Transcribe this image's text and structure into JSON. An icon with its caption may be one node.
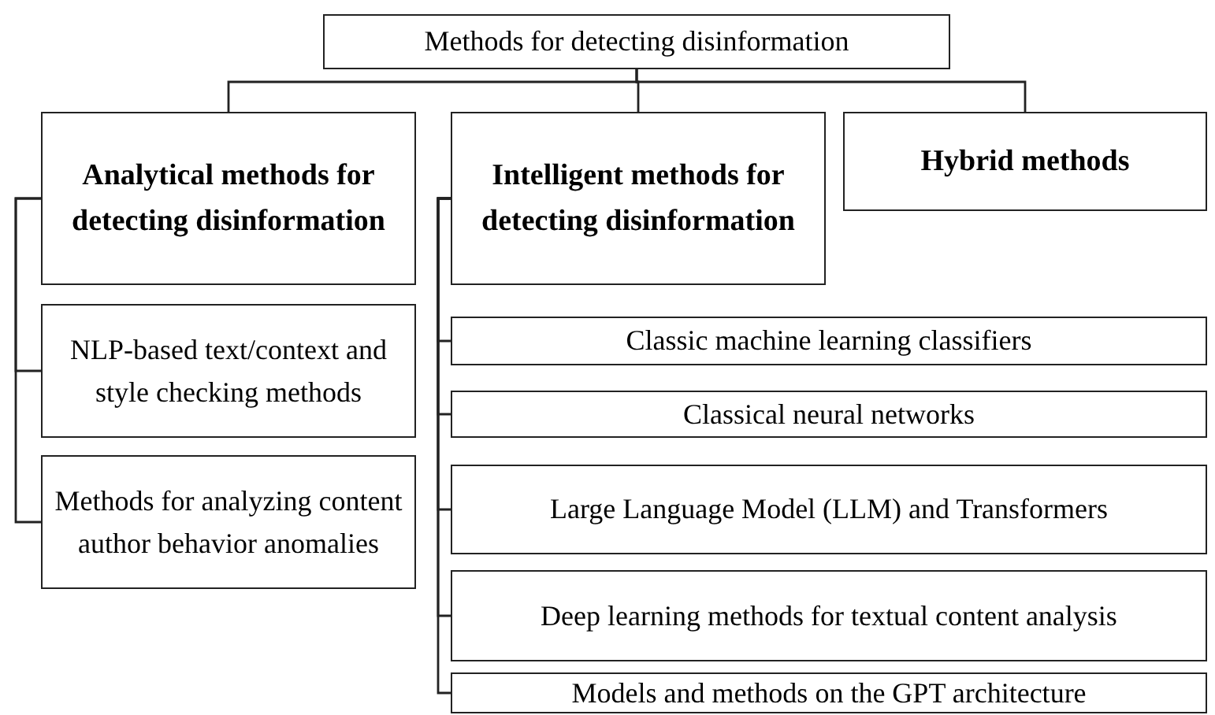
{
  "diagram": {
    "nodes": [
      {
        "text": [
          "Methods for detecting disinformation"
        ]
      },
      {
        "text": [
          "Analytical methods for detecting disinformation"
        ]
      },
      {
        "text": [
          "Intelligent methods for detecting disinformation"
        ]
      },
      {
        "text": [
          "Hybrid methods"
        ]
      },
      {
        "text": [
          "NLP-based text/context and style checking methods"
        ]
      },
      {
        "text": [
          "Methods for analyzing content author behavior anomalies"
        ]
      },
      {
        "text": [
          "Classic machine learning classifiers"
        ]
      },
      {
        "text": [
          "Classical neural networks"
        ]
      },
      {
        "text": [
          "Large Language Model (LLM) and Transformers"
        ]
      },
      {
        "text": [
          "Deep learning methods for textual content analysis"
        ]
      },
      {
        "text": [
          "Models and methods on the GPT architecture"
        ]
      }
    ],
    "edges": [
      {
        "from": 0,
        "to": 1,
        "arrow": "none"
      },
      {
        "from": 0,
        "to": 2,
        "arrow": "none"
      },
      {
        "from": 0,
        "to": 3,
        "arrow": "none"
      },
      {
        "from": 1,
        "to": 4,
        "arrow": "none"
      },
      {
        "from": 1,
        "to": 5,
        "arrow": "none"
      },
      {
        "from": 2,
        "to": 6,
        "arrow": "none"
      },
      {
        "from": 2,
        "to": 7,
        "arrow": "none"
      },
      {
        "from": 2,
        "to": 8,
        "arrow": "none"
      },
      {
        "from": 2,
        "to": 9,
        "arrow": "none"
      },
      {
        "from": 2,
        "to": 10,
        "arrow": "none"
      }
    ]
  }
}
